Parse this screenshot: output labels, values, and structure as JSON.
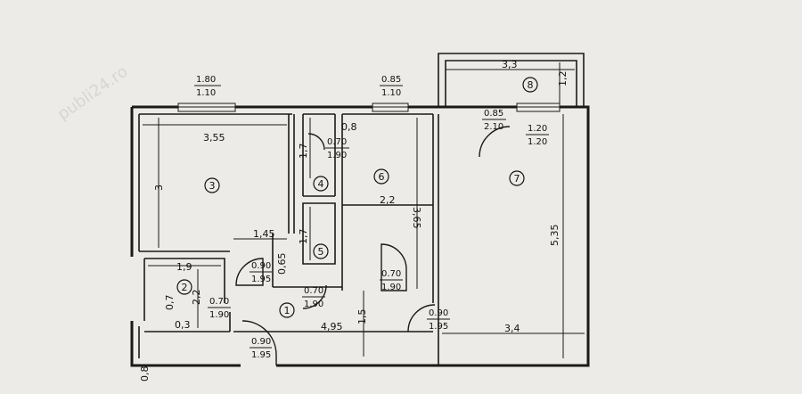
{
  "watermark": "publi24.ro",
  "windows": {
    "w1": {
      "top": "1.80",
      "bottom": "1.10"
    },
    "w2": {
      "top": "0.85",
      "bottom": "1.10"
    },
    "w3": {
      "top": "0.85",
      "bottom": "2.10"
    },
    "w4": {
      "top": "1.20",
      "bottom": "1.20"
    }
  },
  "doors": {
    "d_bath": {
      "top": "0.70",
      "bottom": "1.90"
    },
    "d_r3": {
      "top": "0.90",
      "bottom": "1.95"
    },
    "d_r5": {
      "top": "0.70",
      "bottom": "1.90"
    },
    "d_r6": {
      "top": "0.70",
      "bottom": "1.90"
    },
    "d_r7": {
      "top": "0.90",
      "bottom": "1.95"
    },
    "d_entry": {
      "top": "0.90",
      "bottom": "1.95"
    },
    "d_r2": {
      "top": "0.70",
      "bottom": "1.90"
    }
  },
  "dimensions": {
    "balcony_w": "3,3",
    "balcony_h": "1,2",
    "r3_w": "3,55",
    "r3_h": "3",
    "r4_h": "1,7",
    "r4_top": "0,8",
    "r5_h": "1,7",
    "r6_w": "2,2",
    "r6_h": "3,65",
    "r7_h": "5,35",
    "r7_w": "3,4",
    "hall_w": "1,45",
    "hall_small": "0,65",
    "r2_w": "1,9",
    "r2_h": "2,2",
    "r2_a": "0,7",
    "r2_b": "0,3",
    "corridor_w": "4,95",
    "corridor_h": "1,5",
    "bottom_left": "0,8"
  },
  "rooms": [
    "1",
    "2",
    "3",
    "4",
    "5",
    "6",
    "7",
    "8"
  ]
}
